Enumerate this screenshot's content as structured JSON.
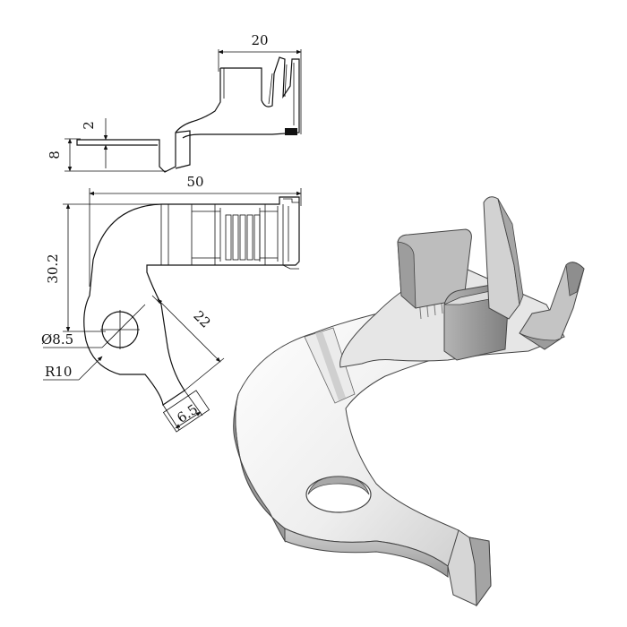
{
  "drawing": {
    "dimensions": {
      "top_width": "20",
      "thickness": "2",
      "side_height": "8",
      "overall_length": "50",
      "height": "30.2",
      "arm_length": "22",
      "hole_diameter": "Ø8.5",
      "radius": "R10",
      "tab_width": "6.5"
    }
  },
  "colors": {
    "line": "#111111",
    "shade_light": "#f2f2f2",
    "shade_mid": "#c8c8c8",
    "shade_dark": "#8a8a8a"
  }
}
